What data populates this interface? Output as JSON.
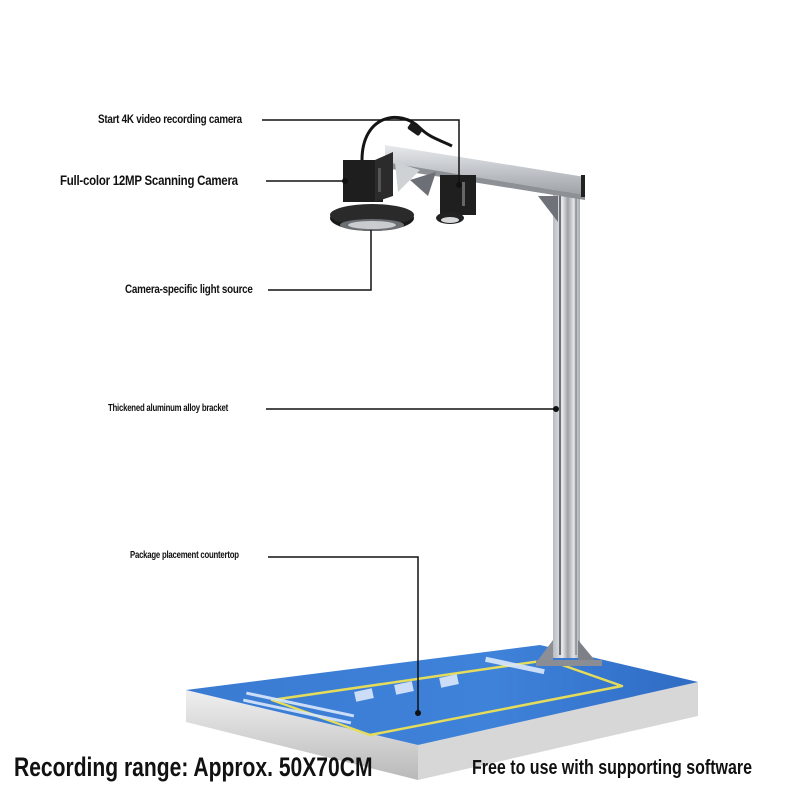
{
  "callouts": {
    "video_camera": "Start 4K video recording camera",
    "scanning_camera": "Full-color 12MP Scanning Camera",
    "light_source": "Camera-specific light source",
    "bracket": "Thickened aluminum alloy bracket",
    "countertop": "Package placement countertop"
  },
  "footer": {
    "recording_range": "Recording range: Approx. 50X70CM",
    "software": "Free to use with supporting software"
  },
  "colors": {
    "mat_blue": "#3d7fd6",
    "mat_border": "#e4dc5a",
    "aluminum": "#c9ccd0",
    "camera_black": "#1c1c1c"
  }
}
